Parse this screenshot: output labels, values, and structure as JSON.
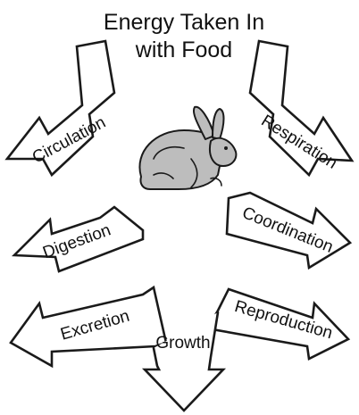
{
  "title": {
    "line1": "Energy Taken In",
    "line2": "with Food"
  },
  "labels": {
    "circulation": "Circulation",
    "respiration": "Respiration",
    "digestion": "Digestion",
    "coordination": "Coordination",
    "excretion": "Excretion",
    "reproduction": "Reproduction",
    "growth": "Growth"
  },
  "colors": {
    "stroke": "#1a1a1a",
    "arrow_fill": "#ffffff",
    "rabbit_fill": "#bdbdbd"
  },
  "icons": {
    "center": "rabbit-icon"
  }
}
